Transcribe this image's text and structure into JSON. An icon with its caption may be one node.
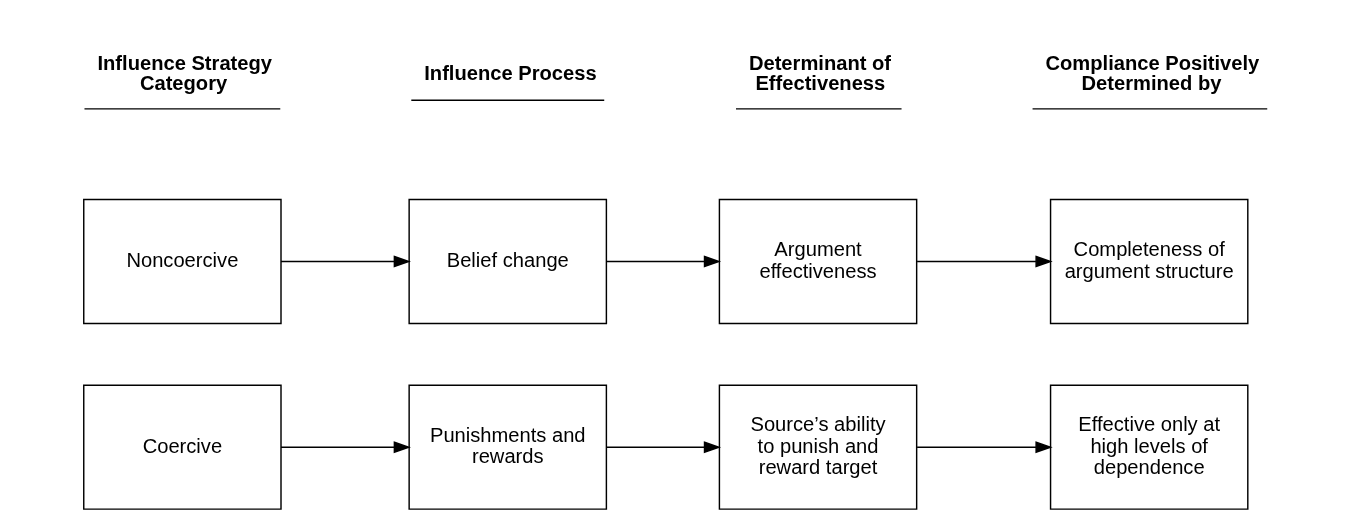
{
  "diagram": {
    "nodes": [
      {
        "text": [
          "Noncoercive"
        ]
      },
      {
        "text": [
          "Belief change"
        ]
      },
      {
        "text": [
          "Argument effectiveness"
        ]
      },
      {
        "text": [
          "Completeness of argument structure"
        ]
      },
      {
        "text": [
          "Coercive"
        ]
      },
      {
        "text": [
          "Punishments and rewards"
        ]
      },
      {
        "text": [
          "Source’s ability to punish and reward target"
        ]
      },
      {
        "text": [
          "Effective only at high levels of dependence"
        ]
      }
    ],
    "edges": [
      {
        "from": 0,
        "to": 1,
        "arrow": "to"
      },
      {
        "from": 1,
        "to": 2,
        "arrow": "to"
      },
      {
        "from": 2,
        "to": 3,
        "arrow": "to"
      },
      {
        "from": 4,
        "to": 5,
        "arrow": "to"
      },
      {
        "from": 5,
        "to": 6,
        "arrow": "to"
      },
      {
        "from": 6,
        "to": 7,
        "arrow": "to"
      }
    ],
    "labels": [
      "Influence Strategy Category",
      "Influence Process",
      "Determinant of Effectiveness",
      "Compliance Positively Determined by"
    ]
  }
}
